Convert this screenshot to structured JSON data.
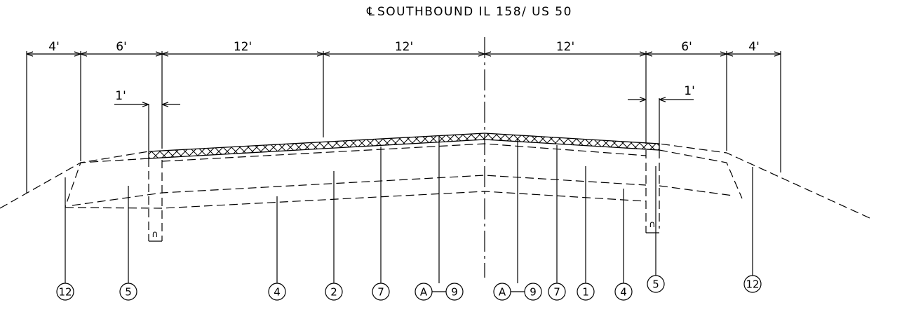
{
  "title": "SOUTHBOUND IL 158/ US 50",
  "centerline_symbol": "℄",
  "dimensions": {
    "left_outer": "4'",
    "left_shoulder": "6'",
    "lane_1": "12'",
    "lane_2": "12'",
    "lane_3": "12'",
    "right_shoulder": "6'",
    "right_outer": "4'",
    "left_offset": "1'",
    "right_offset": "1'"
  },
  "callouts": {
    "c12_left": "12",
    "c5_left": "5",
    "c4_left": "4",
    "c2": "2",
    "c7_left": "7",
    "cA_left": "A",
    "c9_left": "9",
    "cA_right": "A",
    "c9_right": "9",
    "c7_right": "7",
    "c1": "1",
    "c4_right": "4",
    "c5_right": "5",
    "c12_right": "12"
  }
}
